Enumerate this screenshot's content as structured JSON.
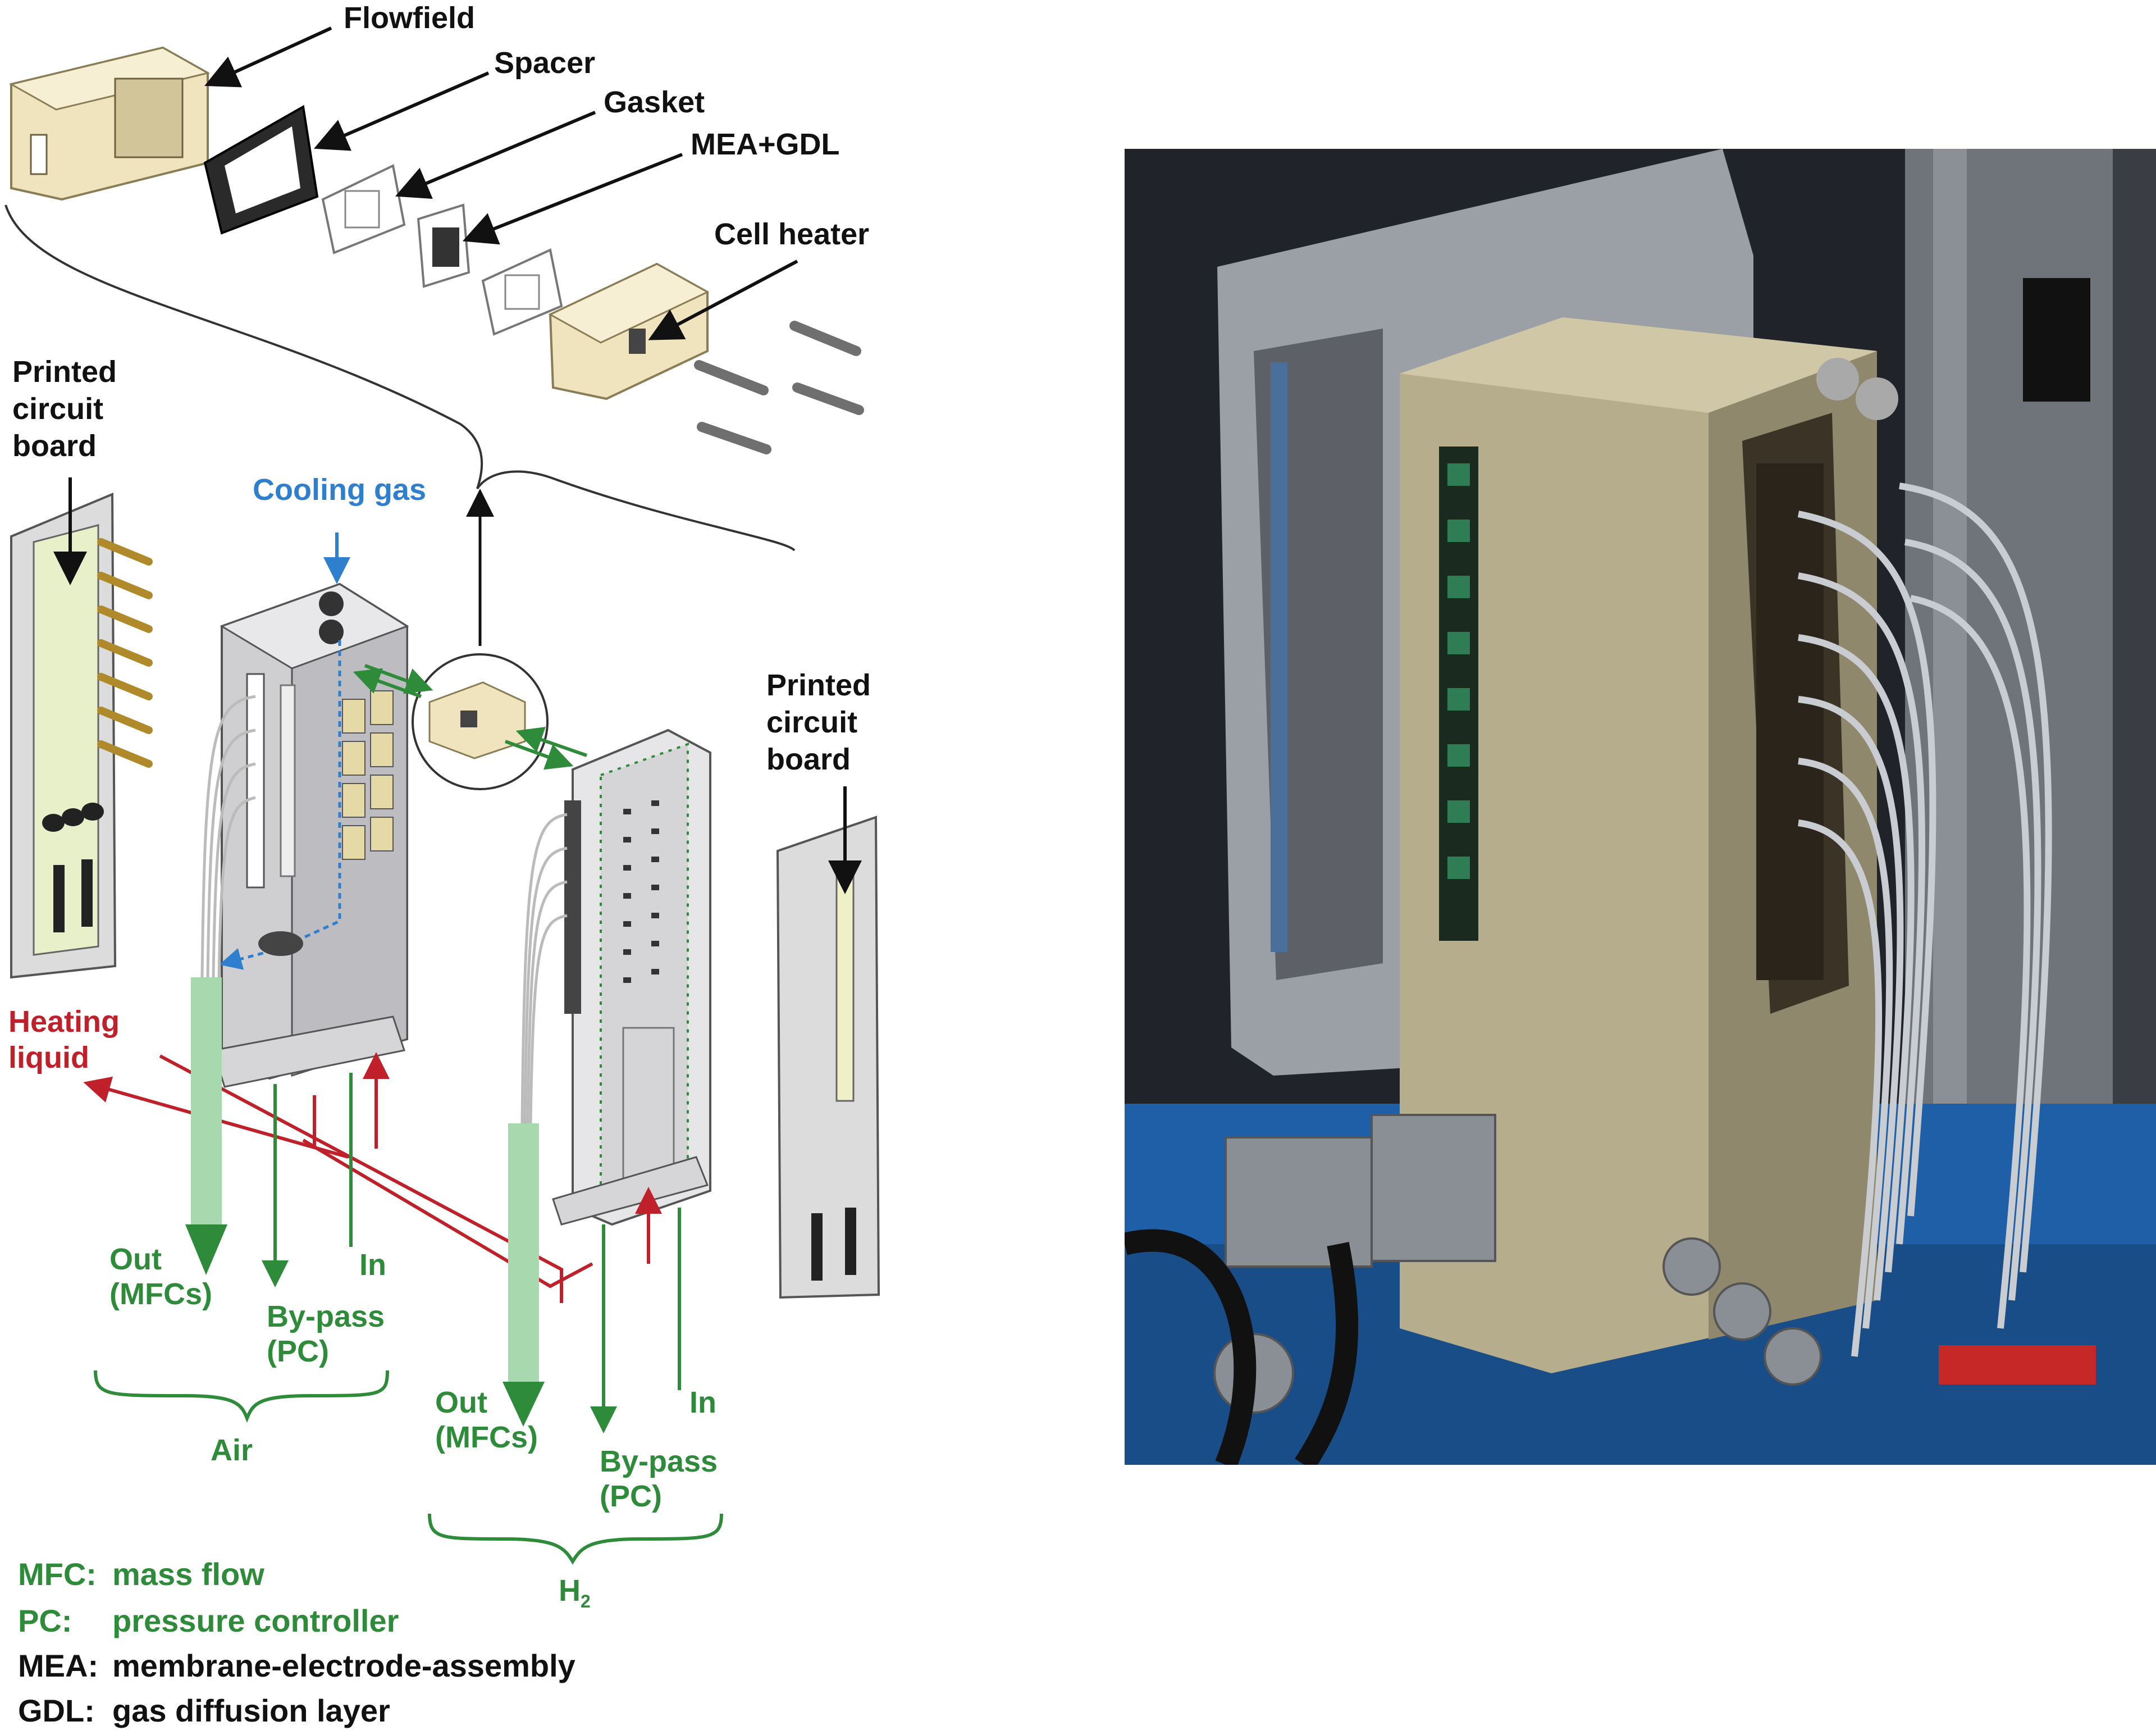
{
  "figure": {
    "labels": {
      "flowfield": "Flowfield",
      "spacer": "Spacer",
      "gasket": "Gasket",
      "mea_gdl": "MEA+GDL",
      "cell_heater": "Cell heater",
      "pcb_left": [
        "Printed",
        "circuit",
        "board"
      ],
      "pcb_right": [
        "Printed",
        "circuit",
        "board"
      ],
      "cooling_gas": "Cooling gas",
      "heating_liquid": [
        "Heating",
        "liquid"
      ],
      "air_out": [
        "Out",
        "(MFCs)"
      ],
      "air_bypass": [
        "By-pass",
        "(PC)"
      ],
      "air_in": "In",
      "air_group": "Air",
      "h2_out": [
        "Out",
        "(MFCs)"
      ],
      "h2_bypass": [
        "By-pass",
        "(PC)"
      ],
      "h2_in": "In",
      "h2_group": "H",
      "h2_sub": "2"
    },
    "legend": [
      {
        "abbr": "MFC:",
        "text": "mass flow",
        "color": "#2e8b3a"
      },
      {
        "abbr": "PC:",
        "text": "pressure controller",
        "color": "#2e8b3a"
      },
      {
        "abbr": "MEA:",
        "text": "membrane-electrode-assembly",
        "color": "#111111"
      },
      {
        "abbr": "GDL:",
        "text": "gas diffusion layer",
        "color": "#111111"
      }
    ],
    "colors": {
      "green": "#2e8b3a",
      "blue": "#2f7fcf",
      "red": "#c0202a",
      "black": "#111111",
      "cream": "#efe4bd"
    }
  }
}
